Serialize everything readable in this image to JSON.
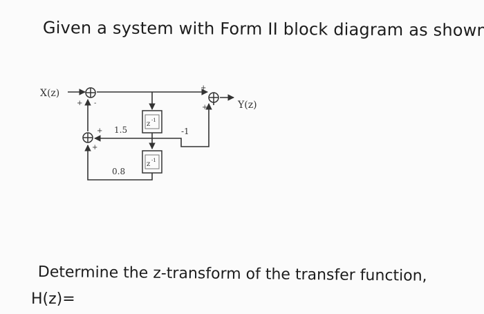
{
  "question": "Given a system with Form II block diagram as shown,",
  "diagram": {
    "input_label": "X(z)",
    "output_label": "Y(z)",
    "delay_label": "z",
    "delay_exponent": "-1",
    "gains": [
      "1.5",
      "0.8",
      "-1"
    ],
    "sum_signs": {
      "input_sum": [
        "+",
        "-"
      ],
      "left_sum": [
        "+",
        "+"
      ],
      "output_sum": [
        "+",
        "+"
      ]
    }
  },
  "instruction": "Determine the z-transform of the transfer function,",
  "answer_prompt": "H(z)="
}
